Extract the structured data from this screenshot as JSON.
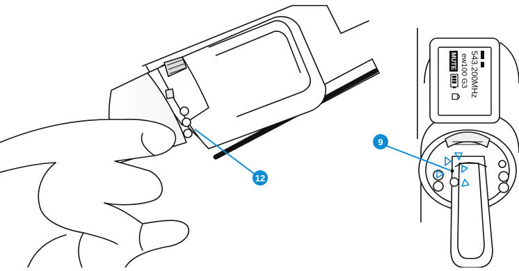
{
  "callouts": {
    "left": {
      "number": "12",
      "color": "#0a8bd2"
    },
    "right": {
      "number": "9",
      "color": "#0a8bd2"
    }
  },
  "display": {
    "frequency": "543.200MHz",
    "model": "ew100 G3",
    "mute": "MUTE",
    "lock_icon": "lock-icon",
    "battery_icon": "battery-icon"
  },
  "colors": {
    "line": "#111111",
    "accent": "#0a8bd2"
  }
}
